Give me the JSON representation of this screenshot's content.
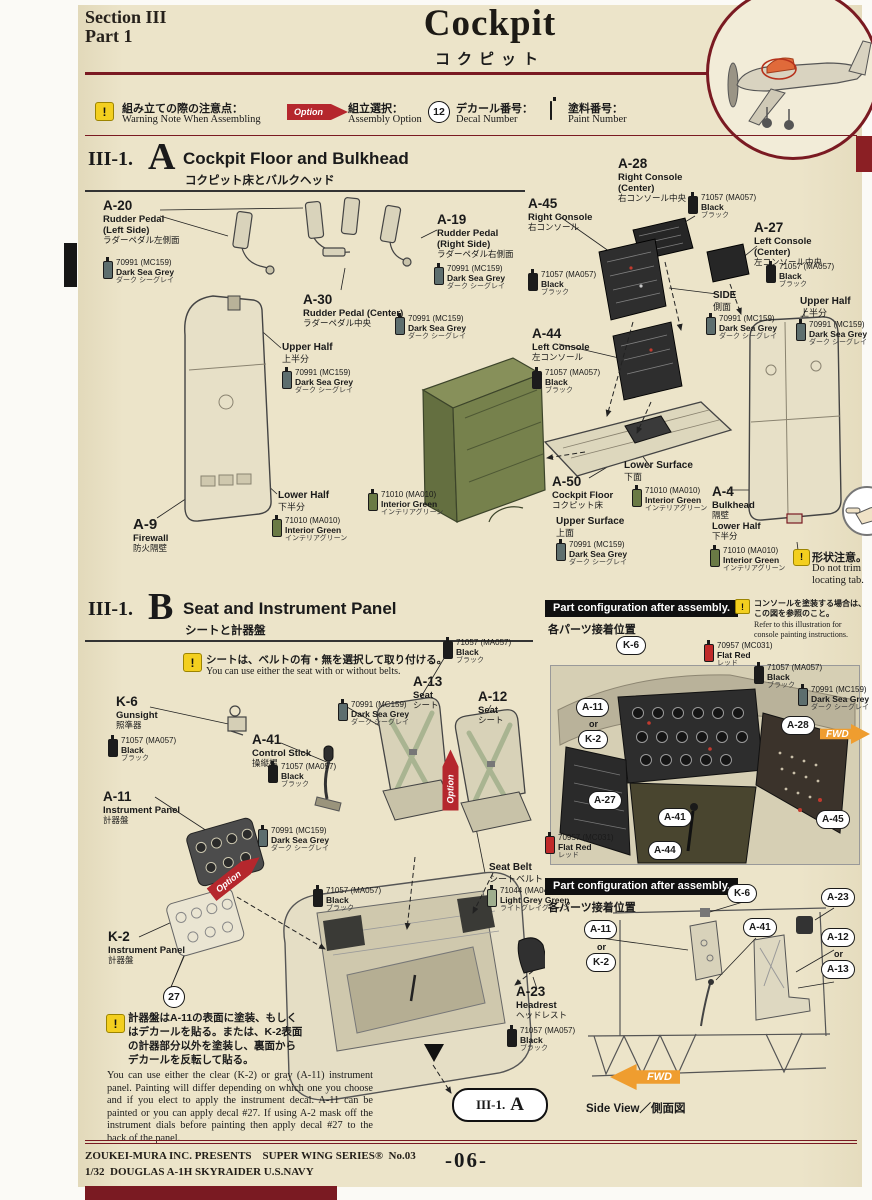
{
  "page": {
    "section": "Section III",
    "part": "Part 1",
    "title": "Cockpit",
    "title_jp": "コクピット",
    "page_number": "-06-",
    "footer_line1": "ZOUKEI-MURA INC. PRESENTS    SUPER WING SERIES®  No.03",
    "footer_line2": "1/32  DOUGLAS A-1H SKYRAIDER U.S.NAVY"
  },
  "legend": {
    "warning_jp": "組み立ての際の注意点：",
    "warning_en": "Warning Note When Assembling",
    "option_label": "Option",
    "option_jp": "組立選択：",
    "option_en": "Assembly Option",
    "decal_number": "12",
    "decal_jp": "デカール番号：",
    "decal_en": "Decal Number",
    "paint_jp": "塗料番号：",
    "paint_en": "Paint Number"
  },
  "section_a": {
    "num": "III-1.",
    "letter": "A",
    "title": "Cockpit Floor and Bulkhead",
    "title_jp": "コクピット床とバルクヘッド"
  },
  "section_b": {
    "num": "III-1.",
    "letter": "B",
    "title": "Seat and Instrument Panel",
    "title_jp": "シートと計器盤"
  },
  "paints": {
    "dsg": {
      "code": "70991 (MC159)",
      "name": "Dark Sea Grey",
      "jp": "ダーク シーグレイ",
      "hex": "#5d6e6e"
    },
    "black": {
      "code": "71057 (MA057)",
      "name": "Black",
      "jp": "ブラック",
      "hex": "#1c1c1c"
    },
    "igreen": {
      "code": "71010 (MA010)",
      "name": "Interior Green",
      "jp": "インテリアグリーン",
      "hex": "#6a7a45"
    },
    "lgg": {
      "code": "71044 (MA044)",
      "name": "Light Grey Green",
      "jp": "ライトグレイグリーン",
      "hex": "#9fae8e"
    },
    "fred": {
      "code": "70957 (MC031)",
      "name": "Flat Red",
      "jp": "レッド",
      "hex": "#c02a2a"
    }
  },
  "parts": {
    "a20": {
      "id": "A-20",
      "name": "Rudder Pedal",
      "name2": "(Left Side)",
      "jp": "ラダーペダル左側面"
    },
    "a19": {
      "id": "A-19",
      "name": "Rudder Pedal",
      "name2": "(Right Side)",
      "jp": "ラダーペダル右側面"
    },
    "a30": {
      "id": "A-30",
      "name": "Rudder Pedal (Center)",
      "jp": "ラダーペダル中央"
    },
    "a45": {
      "id": "A-45",
      "name": "Right Console",
      "jp": "右コンソール"
    },
    "a28": {
      "id": "A-28",
      "name": "Right Console",
      "name2": "(Center)",
      "jp": "右コンソール中央"
    },
    "a27": {
      "id": "A-27",
      "name": "Left Console",
      "name2": "(Center)",
      "jp": "左コンソール中央"
    },
    "a44": {
      "id": "A-44",
      "name": "Left Console",
      "jp": "左コンソール"
    },
    "a50": {
      "id": "A-50",
      "name": "Cockpit Floor",
      "jp": "コクピット床"
    },
    "a9": {
      "id": "A-9",
      "name": "Firewall",
      "jp": "防火隔壁"
    },
    "a4": {
      "id": "A-4",
      "name": "Bulkhead",
      "jp": "隔壁"
    },
    "k6": {
      "id": "K-6",
      "name": "Gunsight",
      "jp": "照準器"
    },
    "a41": {
      "id": "A-41",
      "name": "Control Stick",
      "jp": "操縦桿"
    },
    "a13": {
      "id": "A-13",
      "name": "Seat",
      "jp": "シート"
    },
    "a12": {
      "id": "A-12",
      "name": "Seat",
      "jp": "シート"
    },
    "a11": {
      "id": "A-11",
      "name": "Instrument Panel",
      "jp": "計器盤"
    },
    "k2": {
      "id": "K-2",
      "name": "Instrument Panel",
      "jp": "計器盤"
    },
    "a23": {
      "id": "A-23",
      "name": "Headrest",
      "jp": "ヘッドレスト"
    }
  },
  "labels": {
    "upper_half": "Upper Half",
    "upper_half_jp": "上半分",
    "lower_half": "Lower Half",
    "lower_half_jp": "下半分",
    "side": "SIDE",
    "side_jp": "側面",
    "upper_surface": "Upper Surface",
    "upper_surface_jp": "上面",
    "lower_surface": "Lower Surface",
    "lower_surface_jp": "下面",
    "seat_belt": "Seat Belt",
    "seat_belt_jp": "シートベルト",
    "or": "or",
    "fwd": "FWD",
    "option": "Option",
    "decal_27": "27",
    "ref_num": "III-1.",
    "ref_letter": "A",
    "side_view": "Side View／側面図"
  },
  "notes": {
    "shape_jp": "形状注意。",
    "shape_en1": "Do not trim",
    "shape_en2": "locating tab.",
    "seat_jp": "シートは、ベルトの有・無を選択して取り付ける。",
    "seat_en": "You can use either the seat with or without belts.",
    "cfg_title": "Part configuration after assembly.",
    "cfg_jp": "各パーツ接着位置",
    "console_jp1": "コンソールを塗装する場合は、",
    "console_jp2": "この図を参照のこと。",
    "console_en1": "Refer to this illustration for",
    "console_en2": "console painting instructions.",
    "inst_jp1": "計器盤はA-11の表面に塗装、もしく",
    "inst_jp2": "はデカールを貼る。または、K-2表面",
    "inst_jp3": "の計器部分以外を塗装し、裏面から",
    "inst_jp4": "デカールを反転して貼る。",
    "inst_en": "You can use either the clear (K-2) or gray (A-11) instrument panel. Painting will differ depending on which one you choose and if you elect to apply the instrument decal. A-11 can be painted or you can apply decal #27. If using A-2 mask off the instrument dials before painting then apply decal #27 to the back of the panel."
  },
  "colors": {
    "accent_dark_red": "#7a1a22",
    "warning_yellow": "#f3cf1f",
    "option_red": "#b5272d",
    "fwd_orange": "#ef9d2f",
    "paper": "#ece4c9",
    "interior_green": "#6a7a45",
    "dark_sea_grey": "#5d6e6e",
    "black_paint": "#1c1c1c",
    "light_grey_green": "#9fae8e",
    "flat_red": "#c02a2a"
  }
}
